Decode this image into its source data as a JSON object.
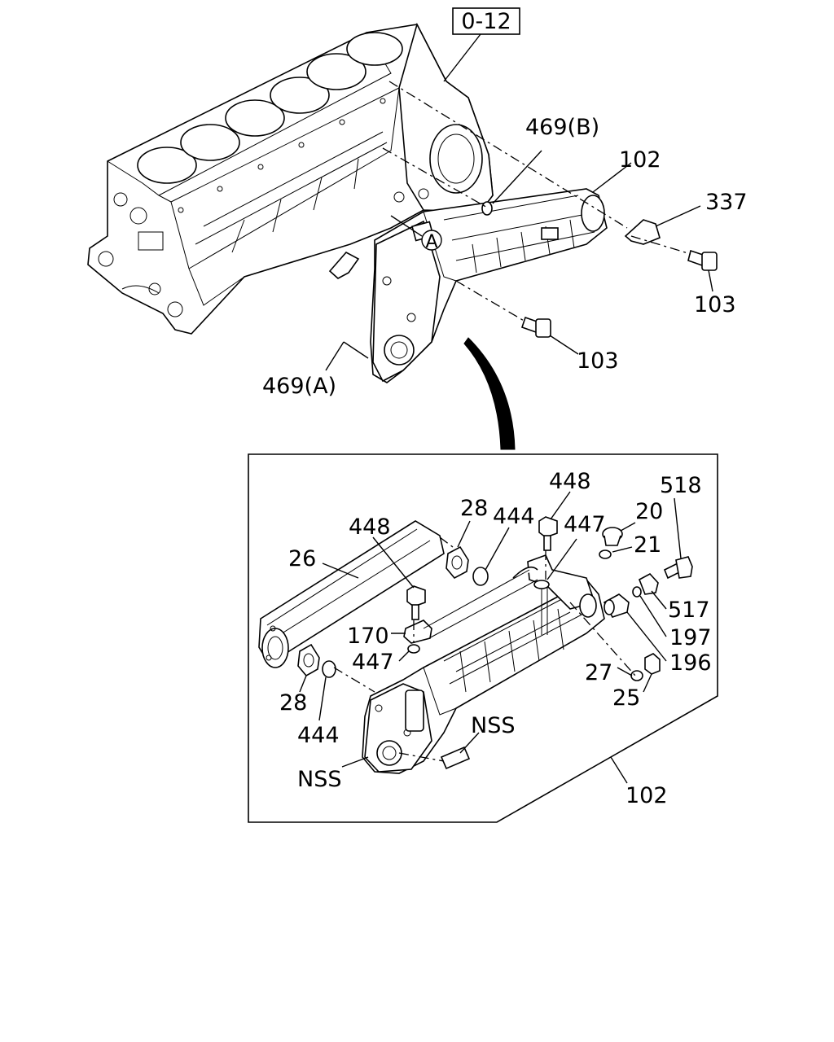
{
  "labels": {
    "ref_box": "0-12",
    "l469B": "469(B)",
    "l102_top": "102",
    "l337": "337",
    "l103_right": "103",
    "l103_mid": "103",
    "lA": "A",
    "l469A": "469(A)",
    "l448_right": "448",
    "l518": "518",
    "l28_top": "28",
    "l444_top": "444",
    "l447_top": "447",
    "l20": "20",
    "l21": "21",
    "l448_left": "448",
    "l26": "26",
    "l517": "517",
    "l170": "170",
    "l197": "197",
    "l447_left": "447",
    "l27": "27",
    "l196": "196",
    "l25": "25",
    "l28_bottom": "28",
    "l444_bottom": "444",
    "lNSS_right": "NSS",
    "lNSS_left": "NSS",
    "l102_bottom": "102"
  }
}
